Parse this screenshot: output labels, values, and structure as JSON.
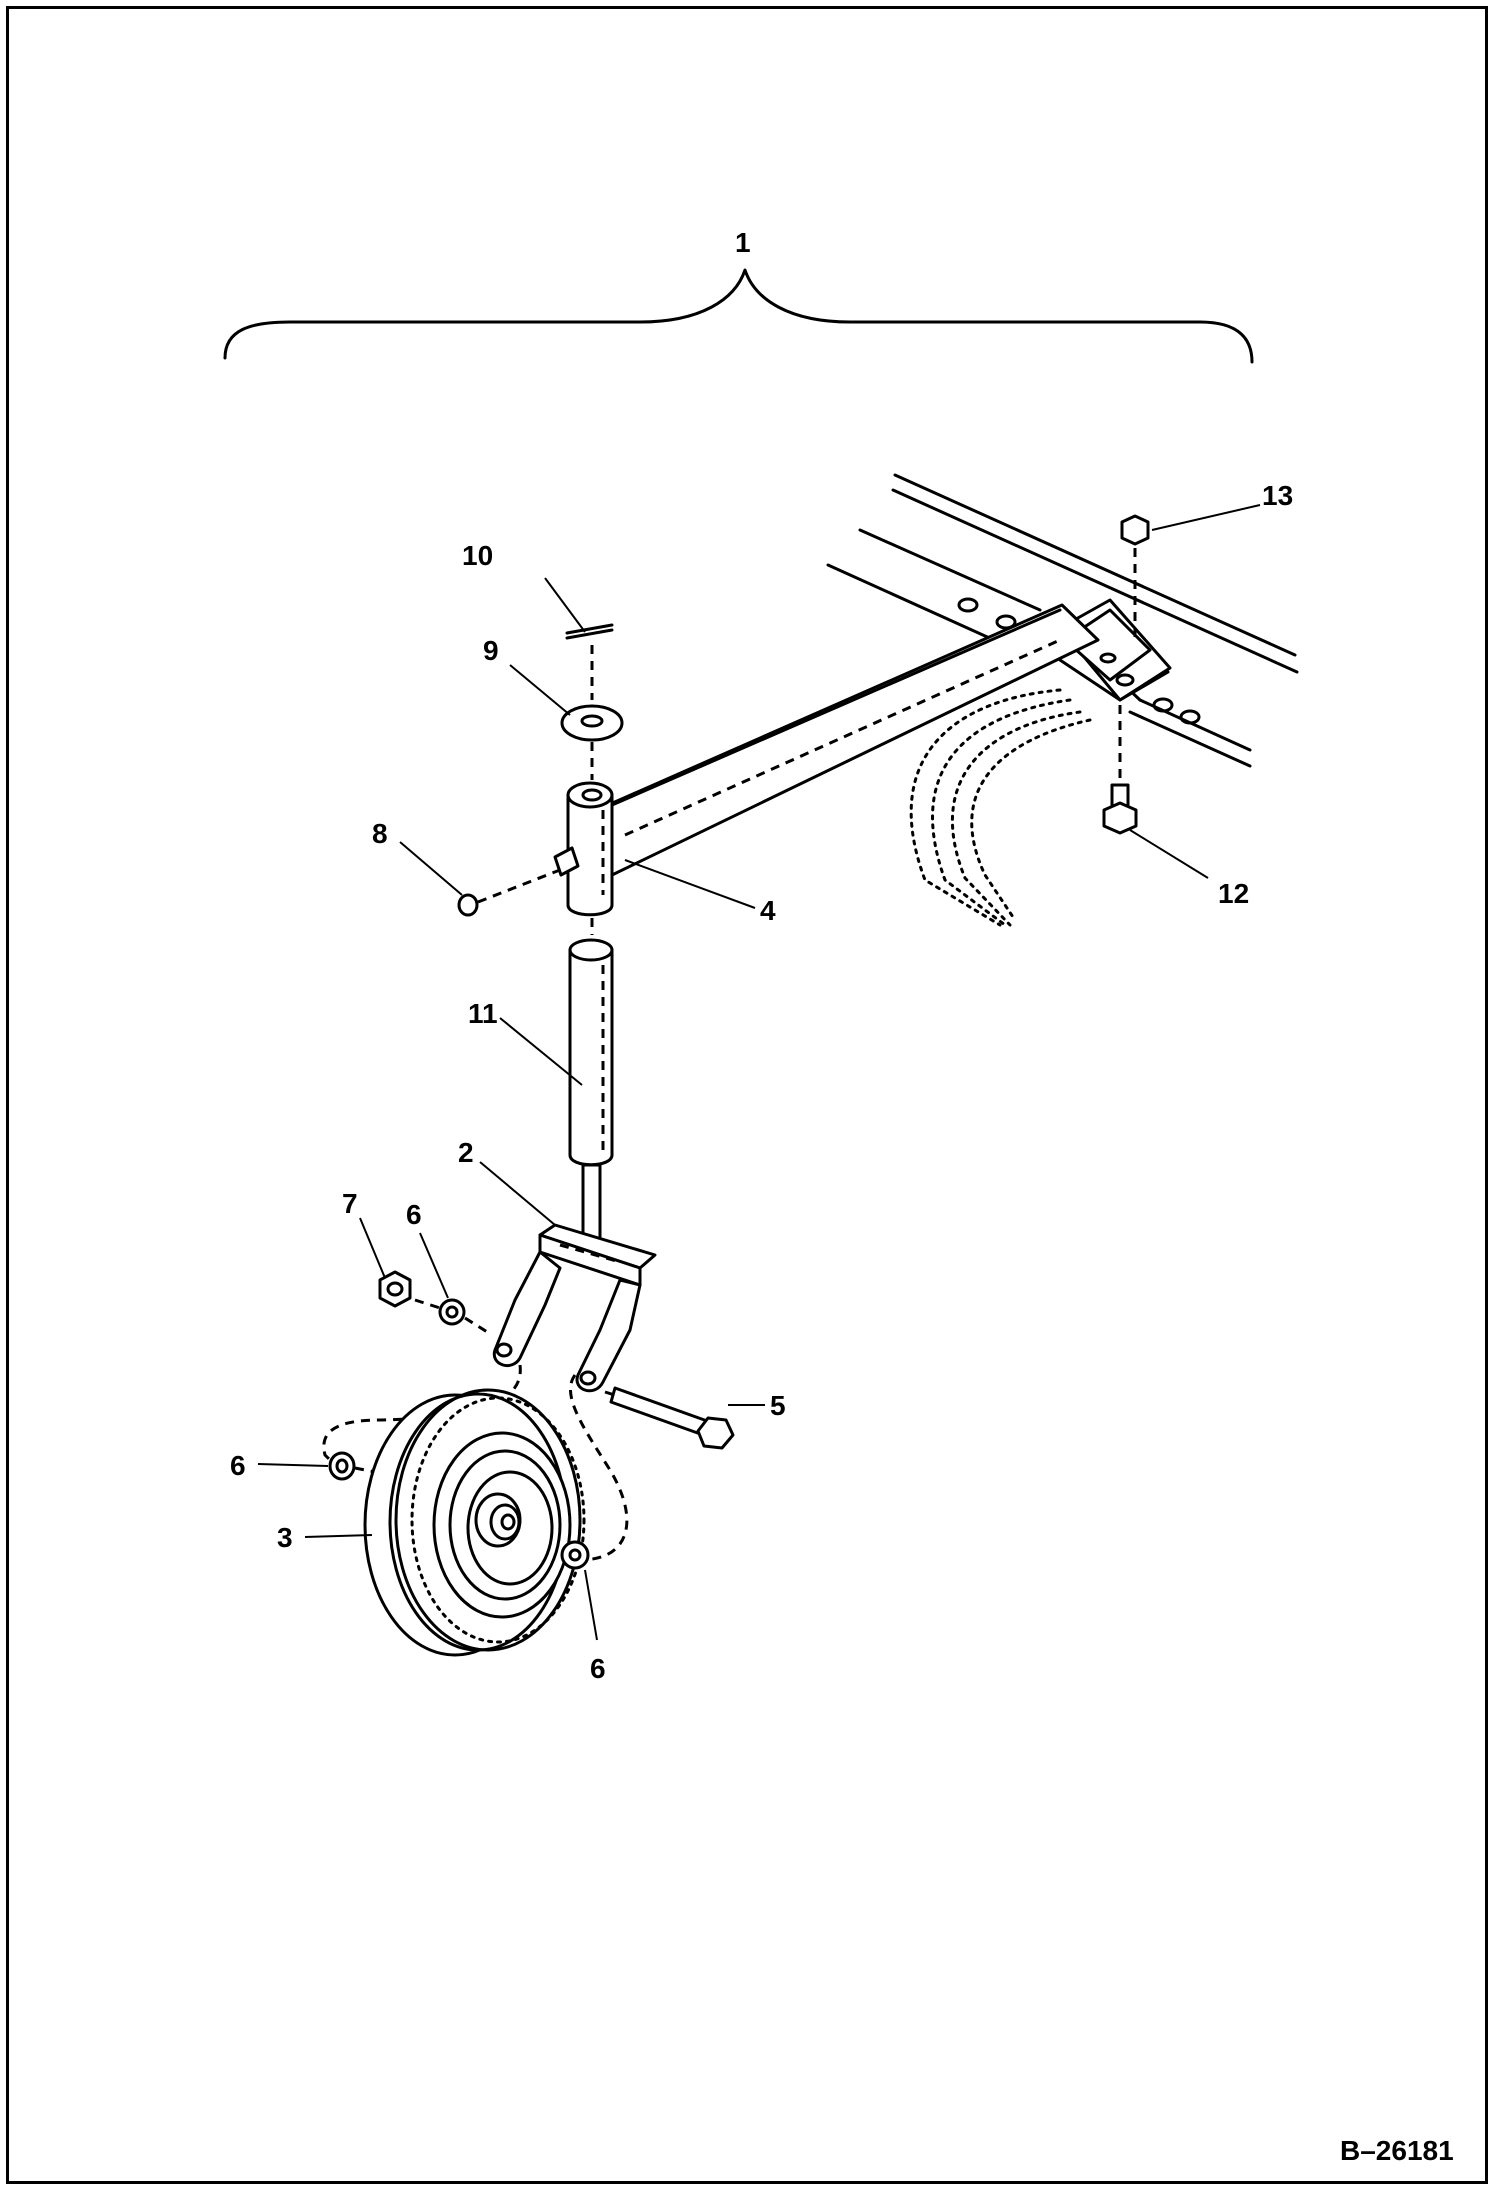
{
  "callouts": {
    "c1": "1",
    "c2": "2",
    "c3": "3",
    "c4": "4",
    "c5": "5",
    "c6a": "6",
    "c6b": "6",
    "c6c": "6",
    "c7": "7",
    "c8": "8",
    "c9": "9",
    "c10": "10",
    "c11": "11",
    "c12": "12",
    "c13": "13"
  },
  "document_number": "B–26181"
}
